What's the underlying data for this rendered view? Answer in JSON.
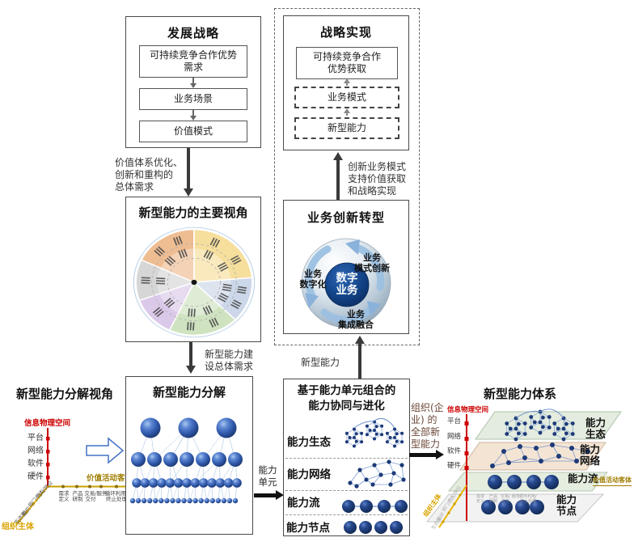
{
  "development_strategy": {
    "title": "发展战略",
    "demand": [
      "可持续竞争合作优势",
      "需求"
    ],
    "scene": "业务场景",
    "value_model": "价值模式"
  },
  "strategy_realization": {
    "title": "战略实现",
    "gain": [
      "可持续竞争合作",
      "优势获取"
    ],
    "business_model": "业务模式",
    "new_capability": "新型能力"
  },
  "flow_labels": {
    "value_system": [
      "价值体系优化、",
      "创新和重构的",
      "总体需求"
    ],
    "innovation_support": [
      "创新业务模式",
      "支持价值获取",
      "和战略实现"
    ],
    "capability_build": [
      "新型能力建",
      "设总体需求"
    ],
    "new_capability": "新型能力",
    "capability_unit": [
      "能力",
      "单元"
    ],
    "org_all": [
      "组织(企",
      "业) 的",
      "全部新",
      "型能力"
    ]
  },
  "perspective": {
    "title": "新型能力的主要视角",
    "sectors": [
      {
        "color": "#efbd92",
        "a0": 295,
        "a1": 360
      },
      {
        "color": "#f6df9d",
        "a0": 0,
        "a1": 85
      },
      {
        "color": "#ccd7e9",
        "a0": 85,
        "a1": 135
      },
      {
        "color": "#cfe3c1",
        "a0": 135,
        "a1": 205
      },
      {
        "color": "#dbc9e9",
        "a0": 205,
        "a1": 250
      },
      {
        "color": "#d6d6d6",
        "a0": 250,
        "a1": 295
      }
    ]
  },
  "transform": {
    "title": "业务创新转型",
    "core": [
      "数字",
      "业务"
    ],
    "labels": {
      "left": [
        "业务",
        "数字化"
      ],
      "top_right": [
        "业务",
        "模式创新"
      ],
      "bottom": [
        "业务",
        "集成融合"
      ]
    }
  },
  "decompose_view": {
    "title": "新型能力分解视角",
    "cyber_axis": "信息物理空间",
    "cyber_ticks": [
      "平台",
      "网络",
      "软件",
      "硬件"
    ],
    "value_axis": "价值活动客体",
    "value_ticks": [
      [
        "需求",
        "定义"
      ],
      [
        "产品",
        "研制"
      ],
      [
        "交易/",
        "交付"
      ],
      [
        "服务",
        ""
      ],
      [
        "循环利用/",
        "终止处理"
      ]
    ],
    "org_axis": "组织主体",
    "org_ticks": [
      "个人/岗位",
      "部门/团队",
      "组织",
      "生态圈"
    ]
  },
  "decompose": {
    "title": "新型能力分解",
    "rows": [
      {
        "count": 3,
        "r": 12.5
      },
      {
        "count": 7,
        "r": 9
      },
      {
        "count": 13,
        "r": 5.8
      },
      {
        "count": 19,
        "r": 3.2
      }
    ]
  },
  "combine": {
    "title": [
      "基于能力单元组合的",
      "能力协同与进化"
    ],
    "rows": [
      "能力生态",
      "能力网络",
      "能力流",
      "能力节点"
    ],
    "flow_count": 4,
    "node_count": 4
  },
  "system": {
    "title": "新型能力体系",
    "layer_labels": [
      [
        "能力",
        "生态"
      ],
      [
        "能力",
        "网络"
      ],
      [
        "能力流",
        ""
      ],
      [
        "能力",
        "节点"
      ]
    ],
    "cyber_axis": "信息物理空间",
    "cyber_ticks": [
      "平台",
      "网络",
      "软件",
      "硬件"
    ],
    "value_axis": "价值活动客体",
    "org_axis": "组织主体"
  },
  "colors": {
    "sphere_blue": "#3f6dc0",
    "node_navy": "#1d3a78",
    "edge_blue": "#8fb0d8",
    "red_axis": "#cc0000",
    "gold_axis": "#d9a400",
    "olive_label": "#a07d00",
    "brown_label": "#6b4636"
  }
}
